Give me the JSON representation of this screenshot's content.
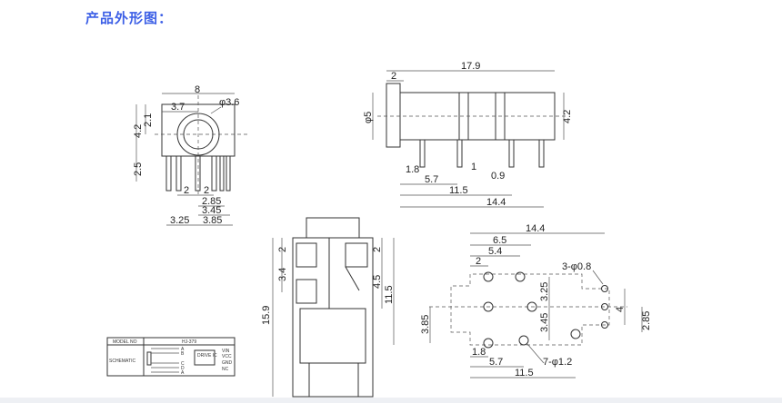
{
  "title": "产品外形图：",
  "front_view": {
    "width": "8",
    "offset": "3.7",
    "diameter": "φ3.6",
    "height_upper": "2.1",
    "height": "4.2",
    "pin_length": "2.5",
    "pitch_a": "2",
    "pitch_b": "2",
    "d1": "2.85",
    "d2": "3.45",
    "d3": "3.25",
    "d4": "3.85"
  },
  "side_view": {
    "length": "17.9",
    "nose": "2",
    "diameter": "φ5",
    "height": "4.2",
    "d_18": "1.8",
    "d_1": "1",
    "d_57": "5.7",
    "d_09": "0.9",
    "d_115": "11.5",
    "d_144": "14.4"
  },
  "top_view": {
    "l_2": "2",
    "l_34": "3.4",
    "l_159": "15.9",
    "r_2": "2",
    "r_45": "4.5",
    "r_115": "11.5"
  },
  "schematic_table": {
    "model_label": "MODEL NO",
    "model_value": "HJ-379",
    "schematic_label": "SCHEMATIC",
    "pins_left": [
      "A",
      "B",
      "C",
      "D",
      "A"
    ],
    "driver": "DRIVE IC",
    "pins_right": [
      "VIN",
      "VCC",
      "GND",
      "NC"
    ]
  },
  "footprint": {
    "w_144": "14.4",
    "w_65": "6.5",
    "w_54": "5.4",
    "w_2": "2",
    "small_holes": "3-φ0.8",
    "v_325": "3.25",
    "v_4": "4",
    "v_345": "3.45",
    "v_285": "2.85",
    "v_385": "3.85",
    "large_holes": "7-φ1.2",
    "b_18": "1.8",
    "b_57": "5.7",
    "b_115": "11.5"
  }
}
